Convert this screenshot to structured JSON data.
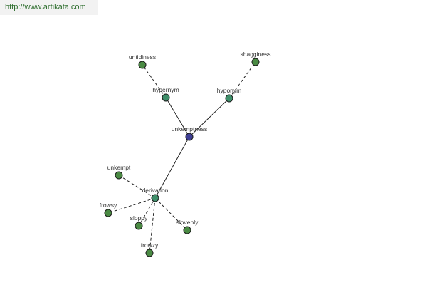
{
  "banner": {
    "url": "http://www.artikata.com"
  },
  "colors": {
    "center_node": "#3e3e94",
    "relation_node": "#3f8f6a",
    "leaf_node": "#4a8a43",
    "edge": "#222222"
  },
  "graph": {
    "center": "unkemptness",
    "nodes": [
      {
        "id": "unkemptness",
        "label": "unkemptness",
        "kind": "center"
      },
      {
        "id": "hypernym",
        "label": "hypernym",
        "kind": "relation"
      },
      {
        "id": "hyponym",
        "label": "hyponym",
        "kind": "relation"
      },
      {
        "id": "derivation",
        "label": "derivation",
        "kind": "relation"
      },
      {
        "id": "untidiness",
        "label": "untidiness",
        "kind": "leaf"
      },
      {
        "id": "shagginess",
        "label": "shagginess",
        "kind": "leaf"
      },
      {
        "id": "unkempt",
        "label": "unkempt",
        "kind": "leaf"
      },
      {
        "id": "frowsy",
        "label": "frowsy",
        "kind": "leaf"
      },
      {
        "id": "sloppy",
        "label": "sloppy",
        "kind": "leaf"
      },
      {
        "id": "slovenly",
        "label": "slovenly",
        "kind": "leaf"
      },
      {
        "id": "frowzy",
        "label": "frowzy",
        "kind": "leaf"
      }
    ],
    "edges": [
      {
        "from": "unkemptness",
        "to": "hypernym",
        "style": "solid"
      },
      {
        "from": "unkemptness",
        "to": "hyponym",
        "style": "solid"
      },
      {
        "from": "unkemptness",
        "to": "derivation",
        "style": "solid"
      },
      {
        "from": "hypernym",
        "to": "untidiness",
        "style": "dashed"
      },
      {
        "from": "hyponym",
        "to": "shagginess",
        "style": "dashed"
      },
      {
        "from": "derivation",
        "to": "unkempt",
        "style": "dashed"
      },
      {
        "from": "derivation",
        "to": "frowsy",
        "style": "dashed"
      },
      {
        "from": "derivation",
        "to": "sloppy",
        "style": "dashed"
      },
      {
        "from": "derivation",
        "to": "slovenly",
        "style": "dashed"
      },
      {
        "from": "derivation",
        "to": "frowzy",
        "style": "dashed"
      }
    ]
  }
}
